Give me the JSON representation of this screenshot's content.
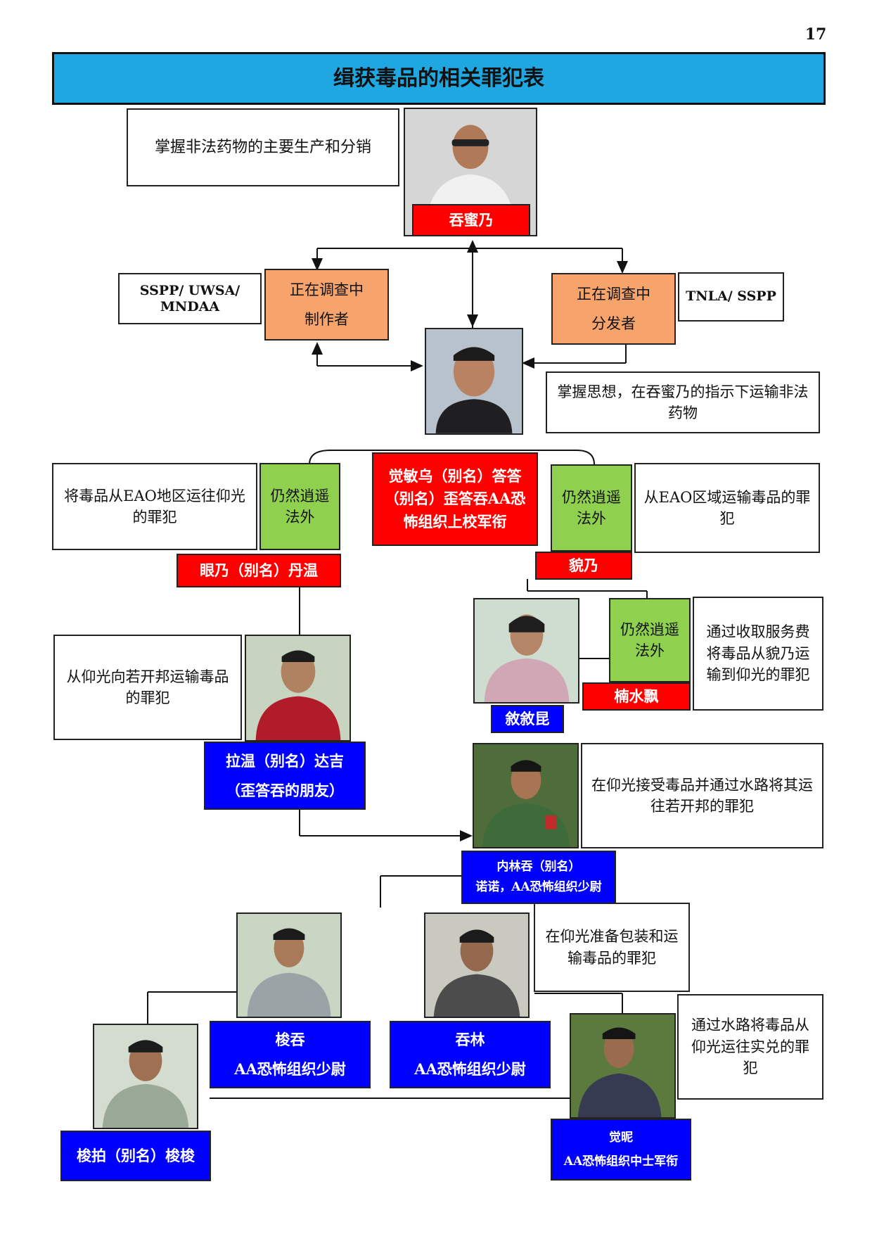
{
  "page_number": "17",
  "title": "缉获毒品的相关罪犯表",
  "top": {
    "desc": "掌握非法药物的主要生产和分销",
    "leader_name": "吞蜜乃"
  },
  "left_org": {
    "line1": "SSPP/ UWSA/",
    "line2": "MNDAA"
  },
  "maker": {
    "line1": "正在调查中",
    "line2": "制作者"
  },
  "distributor": {
    "line1": "正在调查中",
    "line2": "分发者"
  },
  "right_org": "TNLA/ SSPP",
  "center_desc": "掌握思想，在吞蜜乃的指示下运输非法药物",
  "row2": {
    "left_desc": "将毒品从EAO地区运往仰光的罪犯",
    "left_status": {
      "line1": "仍然逍遥",
      "line2": "法外"
    },
    "left_name": "眼乃（别名）丹温",
    "center_red": {
      "line1": "觉敏乌（别名）答答",
      "line2": "（别名）歪答吞AA恐",
      "line3": "怖组织上校军衔"
    },
    "right_status": {
      "line1": "仍然逍遥",
      "line2": "法外"
    },
    "right_name": "貌乃",
    "right_desc": "从EAO区域运输毒品的罪犯"
  },
  "row3": {
    "left_desc": "从仰光向若开邦运输毒品的罪犯",
    "left_name": {
      "line1": "拉温（别名）达吉",
      "line2": "（歪答吞的朋友）"
    },
    "woman_name": "敘敘昆",
    "status": {
      "line1": "仍然逍遥",
      "line2": "法外"
    },
    "status_name": "楠水飘",
    "right_desc": "通过收取服务费将毒品从貌乃运输到仰光的罪犯"
  },
  "row4": {
    "soldier_desc": "在仰光接受毒品并通过水路将其运往若开邦的罪犯",
    "soldier_name": {
      "line1": "内林吞（别名）",
      "line2": "诺诺，AA恐怖组织少尉"
    }
  },
  "row5": {
    "pack_desc": "在仰光准备包装和运输毒品的罪犯",
    "p1": {
      "line1": "梭吞",
      "line2": "AA恐怖组织少尉"
    },
    "p2": {
      "line1": "吞林",
      "line2": "AA恐怖组织少尉"
    }
  },
  "row6": {
    "left_name": "梭拍（别名）梭梭",
    "water_desc": "通过水路将毒品从仰光运往实兑的罪犯",
    "right_name": {
      "line1": "觉昵",
      "line2": "AA恐怖组织中士军衔"
    }
  },
  "colors": {
    "title_bar": "#1ea7e1",
    "red": "#ff0000",
    "blue": "#0000ff",
    "green": "#8fd14f",
    "orange": "#f7a36c"
  }
}
